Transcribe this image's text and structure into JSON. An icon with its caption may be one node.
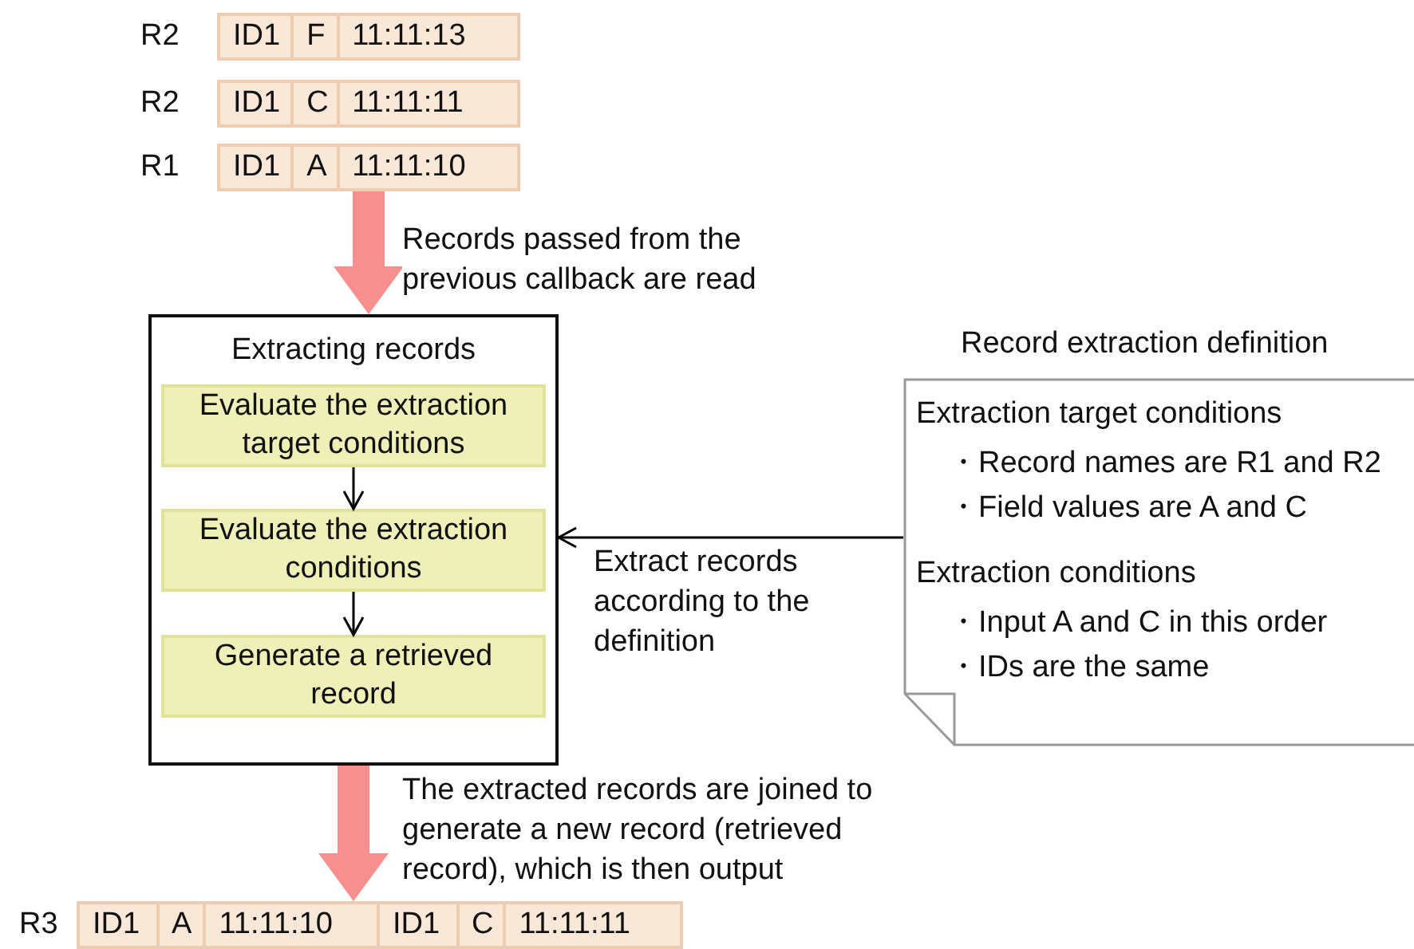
{
  "diagram": {
    "nodes": [
      {
        "text": [
          "ID1",
          "F",
          "11:11:13"
        ],
        "beside": [
          "R2"
        ]
      },
      {
        "text": [
          "ID1",
          "C",
          "11:11:11"
        ],
        "beside": [
          "R2"
        ]
      },
      {
        "text": [
          "ID1",
          "A",
          "11:11:10"
        ],
        "beside": [
          "R1"
        ]
      },
      {
        "text": [
          "Extracting records"
        ]
      },
      {
        "text": [
          "Evaluate the extraction target conditions"
        ],
        "in": 3
      },
      {
        "text": [
          "Evaluate the extraction conditions"
        ],
        "in": 3
      },
      {
        "text": [
          "Generate a retrieved record"
        ],
        "in": 3
      },
      {
        "text": [
          "Record extraction definition",
          "Extraction target conditions",
          "・Record names are R1 and R2",
          "・Field values are A and C",
          "Extraction conditions",
          "・Input A and C in this order",
          "・IDs are the same"
        ]
      },
      {
        "text": [
          "ID1",
          "A",
          "11:11:10",
          "ID1",
          "C",
          "11:11:11"
        ],
        "beside": [
          "R3"
        ]
      }
    ],
    "edges": [
      {
        "from": 2,
        "to": 3,
        "arrow": "to",
        "label": "Records passed from the previous callback are read",
        "style": "thick",
        "color": "#f78f8f"
      },
      {
        "from": 4,
        "to": 5,
        "arrow": "to"
      },
      {
        "from": 5,
        "to": 6,
        "arrow": "to"
      },
      {
        "from": 7,
        "to": 3,
        "arrow": "to",
        "label": "Extract records according to the definition"
      },
      {
        "from": 3,
        "to": 8,
        "arrow": "to",
        "label": "The extracted records are joined to generate a new record (retrieved record), which is then output",
        "style": "thick",
        "color": "#f78f8f"
      }
    ]
  }
}
